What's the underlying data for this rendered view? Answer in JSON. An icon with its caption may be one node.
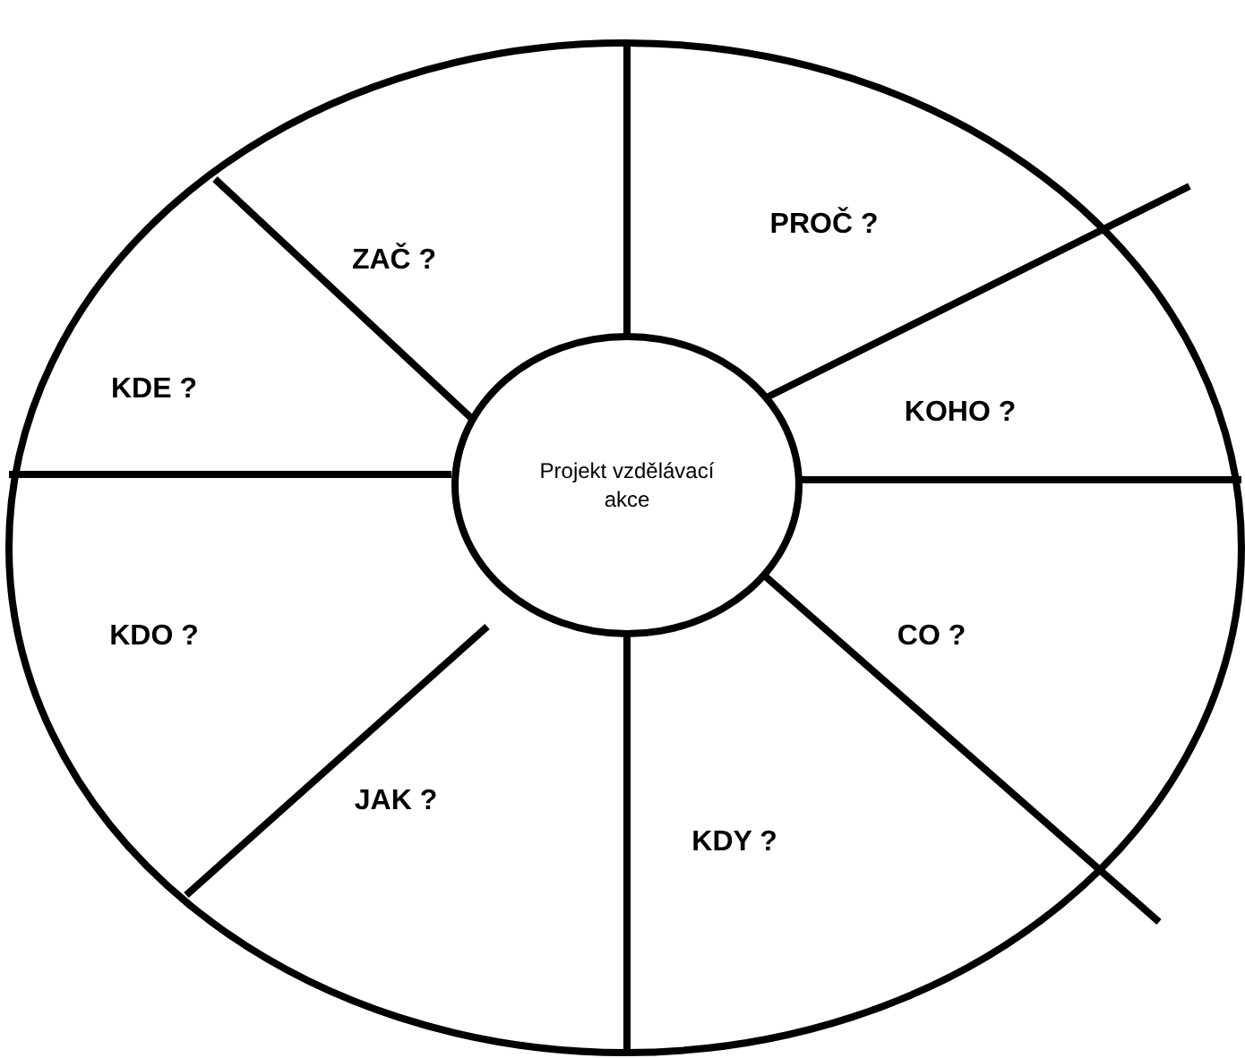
{
  "diagram": {
    "nodes": [
      {
        "text": [
          "PROČ ?"
        ]
      },
      {
        "text": [
          "ZAČ ?"
        ]
      },
      {
        "text": [
          "KDE ?"
        ]
      },
      {
        "text": [
          "KOHO ?"
        ]
      },
      {
        "text": [
          "Projekt vzdělávací akce"
        ]
      },
      {
        "text": [
          "KDO ?"
        ]
      },
      {
        "text": [
          "CO ?"
        ]
      },
      {
        "text": [
          "JAK ?"
        ]
      },
      {
        "text": [
          "KDY ?"
        ]
      }
    ]
  }
}
